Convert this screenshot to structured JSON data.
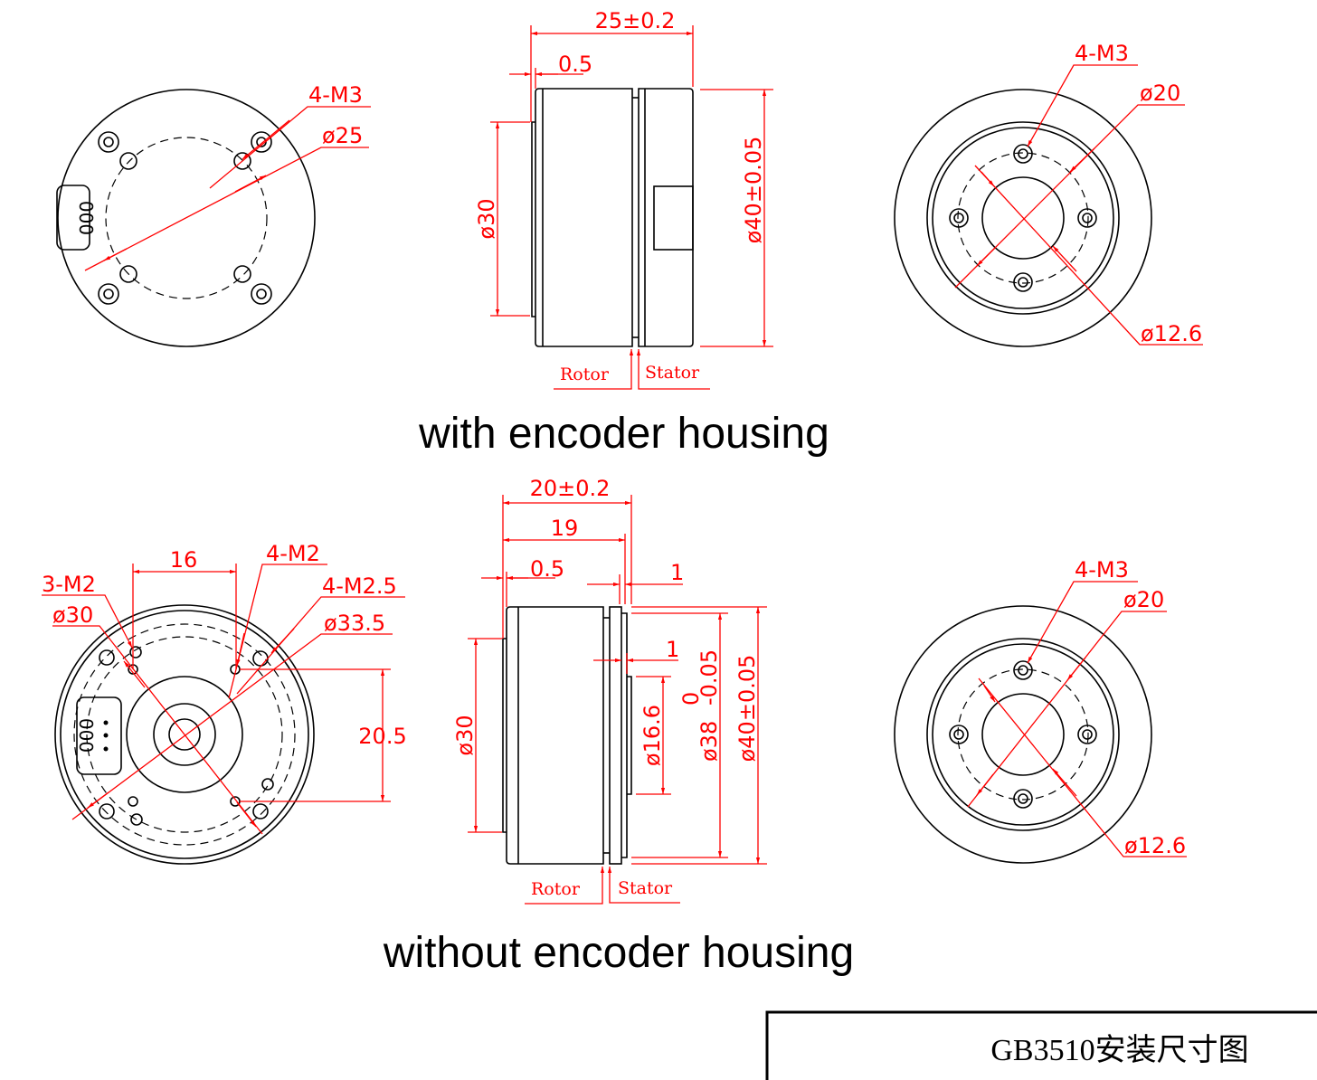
{
  "colors": {
    "dimension": "#ff0000",
    "outline": "#000000"
  },
  "top": {
    "title": "with  encoder housing",
    "left": {
      "hole_label": "4-M3",
      "circle_label": "ø25",
      "connector_label": "000"
    },
    "side": {
      "length": "25±0.2",
      "step": "0.5",
      "outer_dia": "ø40±0.05",
      "inner_dia": "ø30",
      "rotor": "Rotor",
      "stator": "Stator"
    },
    "right": {
      "hole_label": "4-M3",
      "circle_label": "ø20",
      "inner_label": "ø12.6"
    }
  },
  "bottom": {
    "title": "without  encoder housing",
    "left": {
      "spacing": "16",
      "label_3m2": "3-M2",
      "label_d30": "ø30",
      "label_4m2": "4-M2",
      "label_4m25": "4-M2.5",
      "label_d335": "ø33.5",
      "height": "20.5",
      "connector_label": "000"
    },
    "side": {
      "length": "20±0.2",
      "length2": "19",
      "step": "0.5",
      "gap1": "1",
      "gap2": "1",
      "inner_dia": "ø30",
      "hub_dia": "ø16.6",
      "mid_dia": "ø38",
      "mid_tol_upper": "0",
      "mid_tol_lower": "-0.05",
      "outer_dia": "ø40±0.05",
      "rotor": "Rotor",
      "stator": "Stator"
    },
    "right": {
      "hole_label": "4-M3",
      "circle_label": "ø20",
      "inner_label": "ø12.6"
    }
  },
  "title_block": {
    "text": "GB3510安装尺寸图"
  }
}
